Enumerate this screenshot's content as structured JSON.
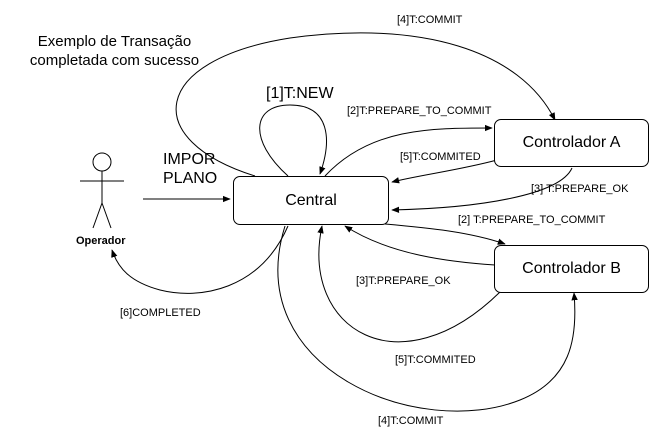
{
  "title": {
    "line1": "Exemplo de Transação",
    "line2": "completada com sucesso"
  },
  "actor": {
    "name": "Operador"
  },
  "nodes": {
    "central": "Central",
    "controlador_a": "Controlador A",
    "controlador_b": "Controlador B"
  },
  "edge_labels": {
    "t_new": "[1]T:NEW",
    "impor": "IMPOR",
    "plano": "PLANO",
    "commit_top": "[4]T:COMMIT",
    "prepare_a": "[2]T:PREPARE_TO_COMMIT",
    "commited_a": "[5]T:COMMITED",
    "prepare_ok_a": "[3] T:PREPARE_OK",
    "prepare_b": "[2] T:PREPARE_TO_COMMIT",
    "prepare_ok_b": "[3]T:PREPARE_OK",
    "completed": "[6]COMPLETED",
    "commited_b": "[5]T:COMMITED",
    "commit_bottom": "[4]T:COMMIT"
  },
  "colors": {
    "stroke": "#000000",
    "background": "#ffffff"
  }
}
